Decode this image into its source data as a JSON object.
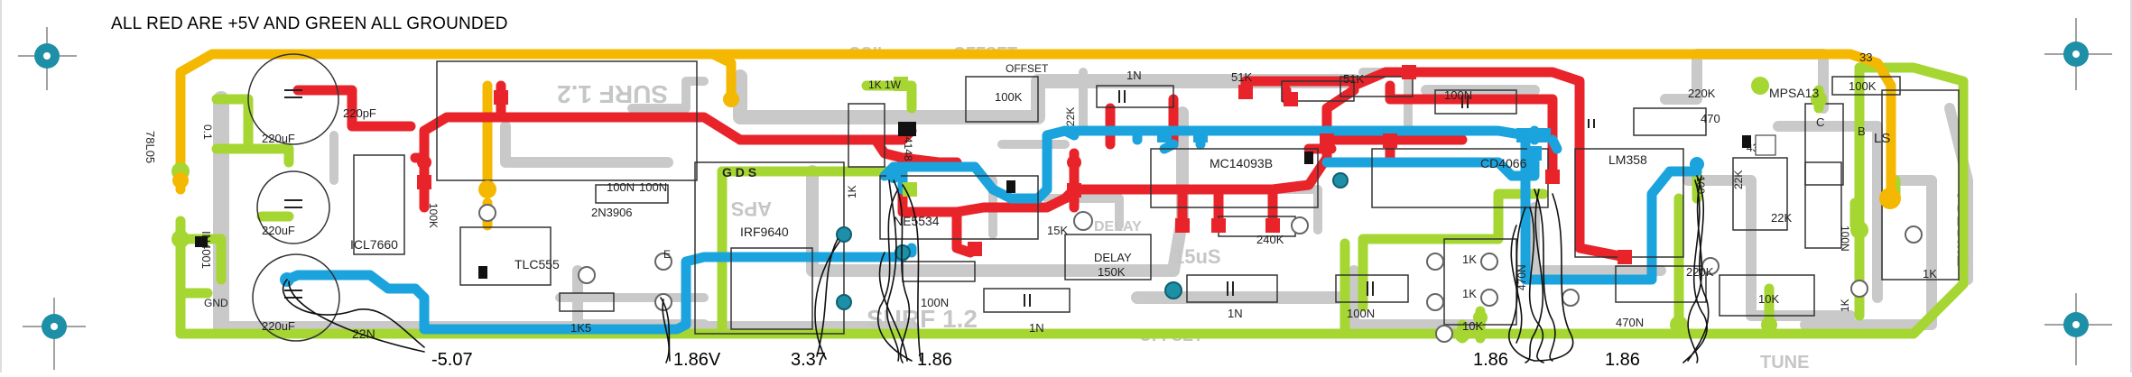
{
  "title": "ALL RED ARE +5V AND GREEN ALL GROUNDED",
  "colors": {
    "red": "#e8232a",
    "green": "#a5d631",
    "yellow": "#f5b800",
    "blue": "#1aa3dd",
    "silk": "#c9c9c9",
    "mounting_hole": "#1d8fa6"
  },
  "measurements": [
    "-5.07",
    "1.86V",
    "3.37",
    "1.86",
    "1.86",
    "1.86"
  ],
  "silkscreen": [
    "COIL",
    "OFFSET",
    "SURF 1.2",
    "APS",
    "15uS",
    "DELAY",
    "TUNE",
    "VOLUME",
    "GND",
    "LS"
  ],
  "labels": {
    "ic": [
      "ICL7660",
      "TLC555",
      "IRF9640",
      "NE5534",
      "MC14093B",
      "CD4066",
      "LM358",
      "MPSA13",
      "2N3906",
      "IN4001",
      "78L05"
    ],
    "passive": [
      "220pF",
      "220uF",
      "220uF",
      "220uF",
      "22N",
      "100K",
      "1K5",
      "100N",
      "1K 1W",
      "OFFSET",
      "100K",
      "1N",
      "51K",
      "51K",
      "100N",
      "22K",
      "15K",
      "DELAY",
      "150K",
      "240K",
      "1N",
      "100N",
      "1K",
      "1K",
      "10K",
      "470N",
      "1N",
      "470N",
      "220K",
      "470",
      "33",
      "100K",
      "22K",
      "22K",
      "100N",
      "1K",
      "220K",
      "10K",
      "1K",
      "100N",
      "100N",
      "100",
      "1K",
      "43",
      "B",
      "E",
      "C",
      "G D S",
      "IN4148",
      "0.1"
    ]
  }
}
